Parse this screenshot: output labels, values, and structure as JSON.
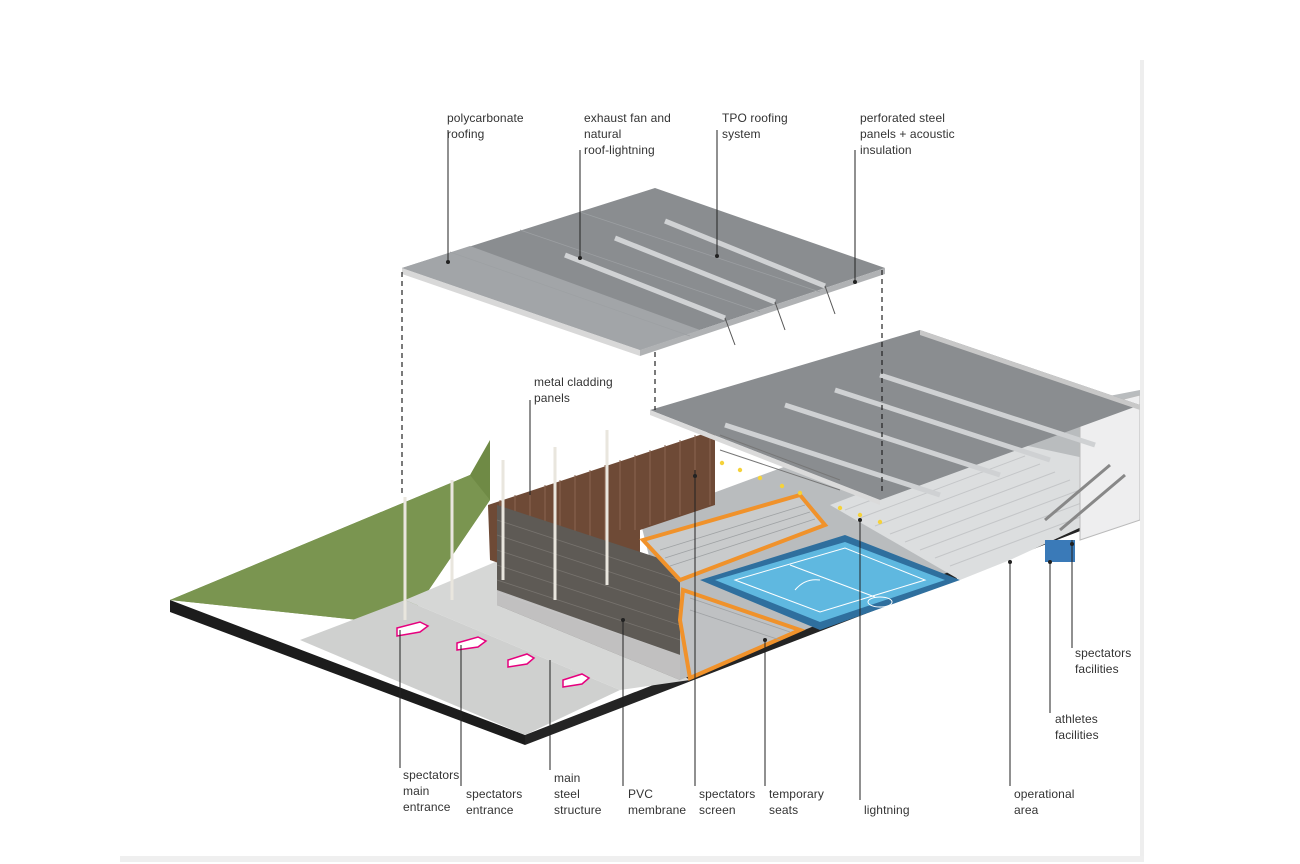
{
  "labels": {
    "polycarbonate": [
      "polycarbonate",
      "roofing"
    ],
    "exhaust": [
      "exhaust fan and",
      "natural",
      "roof-lightning"
    ],
    "tpo": [
      "TPO roofing",
      "system"
    ],
    "perforated": [
      "perforated steel",
      "panels + acoustic",
      "insulation"
    ],
    "metal_cladding": [
      "metal cladding",
      "panels"
    ],
    "spectators_facilities": [
      "spectators",
      "facilities"
    ],
    "athletes_facilities": [
      "athletes",
      "facilities"
    ],
    "spectators_main_entrance": [
      "spectators",
      "main",
      "entrance"
    ],
    "spectators_entrance": [
      "spectators",
      "entrance"
    ],
    "main_steel": [
      "main",
      "steel",
      "structure"
    ],
    "pvc": [
      "PVC",
      "membrane"
    ],
    "screen": [
      "spectators",
      "screen"
    ],
    "temporary": [
      "temporary",
      "seats"
    ],
    "lightning": [
      "lightning"
    ],
    "operational": [
      "operational",
      "area"
    ]
  },
  "colors": {
    "grass": "#6f8a45",
    "plaza": "#cfd0cf",
    "base_edge": "#1c1c1c",
    "roof": "#8a8d90",
    "cladding": "#6e4a36",
    "court_blue": "#5fb8e0",
    "court_dark": "#2f6f9e",
    "seat_outline": "#f0922b"
  }
}
